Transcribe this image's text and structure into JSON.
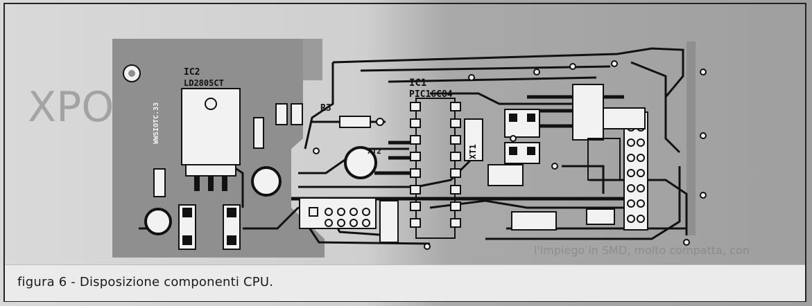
{
  "figure": {
    "caption": "figura 6 - Disposizione componenti CPU."
  },
  "components": {
    "ic1_ref": "IC1",
    "ic1_part": "PIC16C84",
    "ic2_ref": "IC2",
    "ic2_part": "LD2805CT",
    "r3_ref": "R3",
    "xt1": "XT1",
    "xt2": "XT2"
  },
  "background_text": {
    "left_big": "XPO",
    "right_line": "l'impiego in SMD, molto compatta, con"
  },
  "colors": {
    "board": "#8f8f8f",
    "copper": "#111111",
    "silkscreen": "#f2f2f2"
  }
}
